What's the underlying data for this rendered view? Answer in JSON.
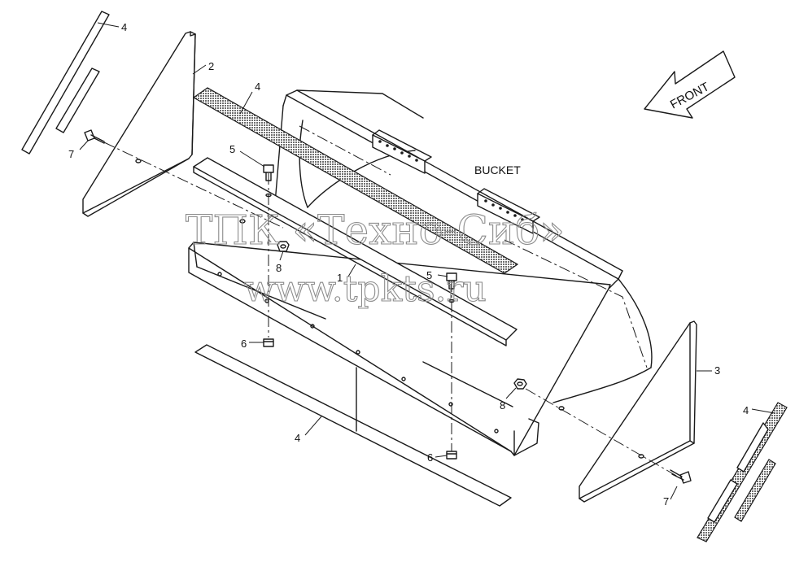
{
  "diagram": {
    "labels": {
      "bucket": "BUCKET",
      "front": "FRONT"
    },
    "callouts": {
      "c1": "1",
      "c2": "2",
      "c3": "3",
      "c4_top_left": "4",
      "c4_top_center": "4",
      "c4_bottom": "4",
      "c4_right": "4",
      "c5_left": "5",
      "c5_right": "5",
      "c6_left": "6",
      "c6_right": "6",
      "c7_left": "7",
      "c7_right": "7",
      "c8_left": "8",
      "c8_right": "8"
    },
    "watermark": {
      "line1": "ТПК «Техно-Сиб»",
      "line2": "www.tpkts.ru"
    },
    "icons": {
      "front_arrow": "front-arrow-icon",
      "bolt": "bolt-icon",
      "nut": "nut-icon"
    },
    "colors": {
      "line": "#1a1a1a",
      "watermark": "#8c8c8c",
      "reflective_tape": "#888888"
    }
  }
}
